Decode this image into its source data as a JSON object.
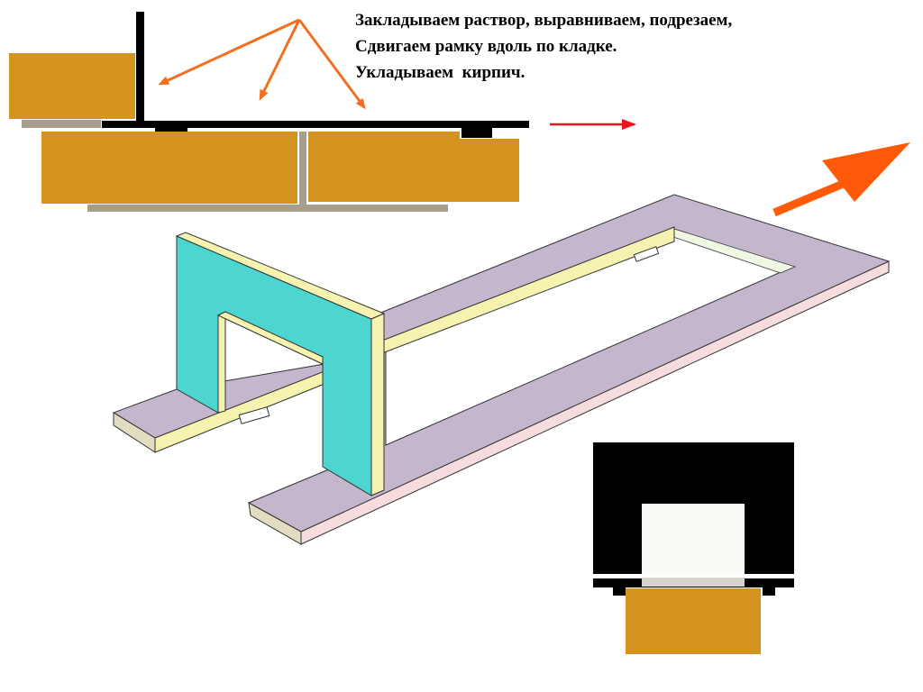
{
  "caption": {
    "line1": "Закладываем раствор, выравниваем, подрезаем,",
    "line2": "Сдвигаем рамку вдоль по кладке.",
    "line3": "Укладываем  кирпич."
  },
  "colors": {
    "brick": "#D4921F",
    "mortar": "#A89C8C",
    "frame_black": "#000000",
    "pointer_orange": "#F07020",
    "direction_red": "#E8141E",
    "big_arrow_orange": "#FF5A0A",
    "frame_cyan": "#4DD5D0",
    "frame_yellow": "#F6F2B0",
    "frame_lavender": "#C4B6CC",
    "base_side": "#E2DCC0",
    "opening_light": "#F0F8E4",
    "cross_section_white": "#FAFAF6"
  }
}
